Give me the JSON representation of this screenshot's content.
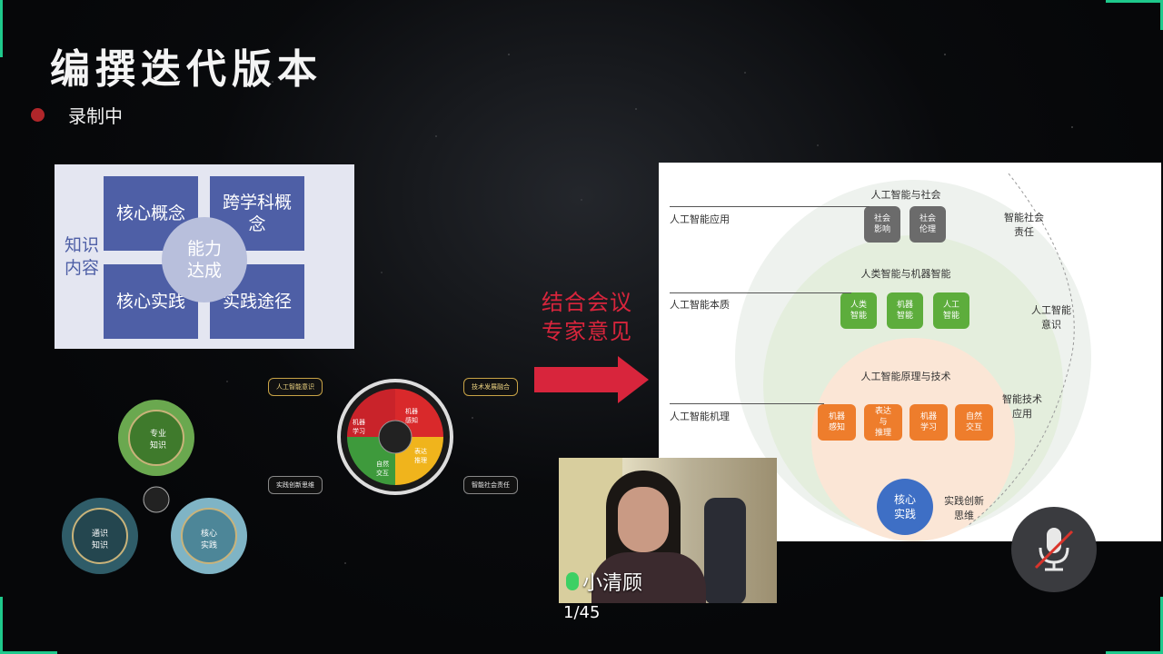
{
  "slide": {
    "title": "编撰迭代版本",
    "recording_label": "录制中",
    "framework": {
      "side_label": "知识\n内容",
      "quadrants": [
        "核心概念",
        "跨学科概\n念",
        "核心实践",
        "实践途径"
      ],
      "center": "能力\n达成"
    },
    "wheel": {
      "labels": [
        "人工智能意识",
        "技术发展融合",
        "实践创新思维",
        "智能社会责任"
      ],
      "segments": [
        "机器\n学习",
        "机器\n感知",
        "表达\n推理",
        "自然\n交互"
      ]
    },
    "trefoil": {
      "nodes": [
        "专业\n知识",
        "通识\n知识",
        "核心\n实践"
      ]
    },
    "merge_text": "结合会议\n专家意见",
    "diagram": {
      "outer_title": "人工智能与社会",
      "outer_chips": [
        "社会\n影响",
        "社会\n伦理"
      ],
      "middle_title": "人类智能与机器智能",
      "middle_chips": [
        "人类\n智能",
        "机器\n智能",
        "人工\n智能"
      ],
      "inner_title": "人工智能原理与技术",
      "inner_chips": [
        "机器\n感知",
        "表达\n与\n推理",
        "机器\n学习",
        "自然\n交互"
      ],
      "core": "核心\n实践",
      "left_labels": [
        "人工智能应用",
        "人工智能本质",
        "人工智能机理"
      ],
      "right_labels": [
        "智能社会\n责任",
        "人工智能\n意识",
        "智能技术\n应用",
        "实践创新\n思维"
      ]
    }
  },
  "participant": {
    "name": "小清顾",
    "mic_on": true
  },
  "page_counter": "1/45",
  "controls": {
    "mute_icon": "mic-off-icon"
  },
  "colors": {
    "accent_green": "#1ec98c",
    "recording_red": "#b0262a",
    "panel_blue": "#4e5fa6",
    "merge_red": "#d8253c"
  }
}
